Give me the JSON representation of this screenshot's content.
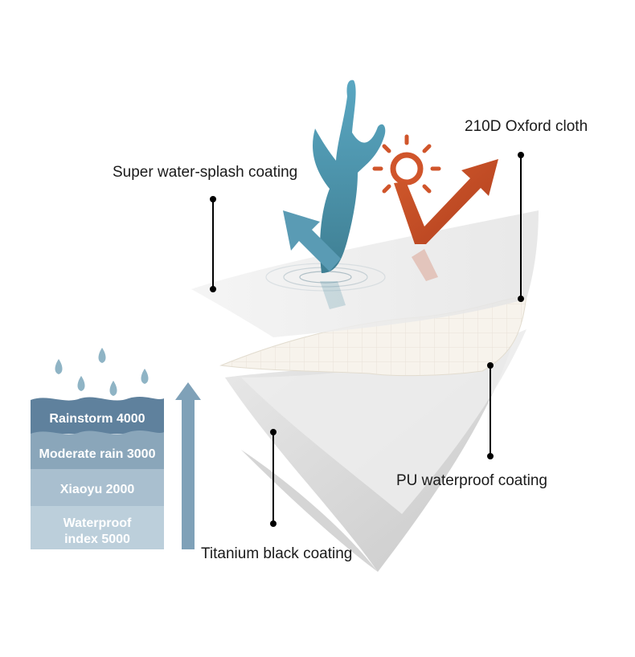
{
  "callouts": {
    "oxford": "210D Oxford cloth",
    "splash": "Super water-splash coating",
    "pu": "PU waterproof coating",
    "titanium": "Titanium black coating"
  },
  "legend": {
    "bands": [
      {
        "line1": "Rainstorm 4000",
        "line2": "",
        "color": "#5f819d"
      },
      {
        "line1": "Moderate rain 3000",
        "line2": "",
        "color": "#8aa6ba"
      },
      {
        "line1": "Xiaoyu 2000",
        "line2": "",
        "color": "#a9bfcf"
      },
      {
        "line1": "Waterproof",
        "line2": "index 5000",
        "color": "#bccfdb"
      }
    ]
  },
  "colors": {
    "water_arrow": "#5b9bb3",
    "heat_arrow": "#c8502a",
    "scale_arrow": "#7fa1b8",
    "drop": "#8fb4c5"
  }
}
